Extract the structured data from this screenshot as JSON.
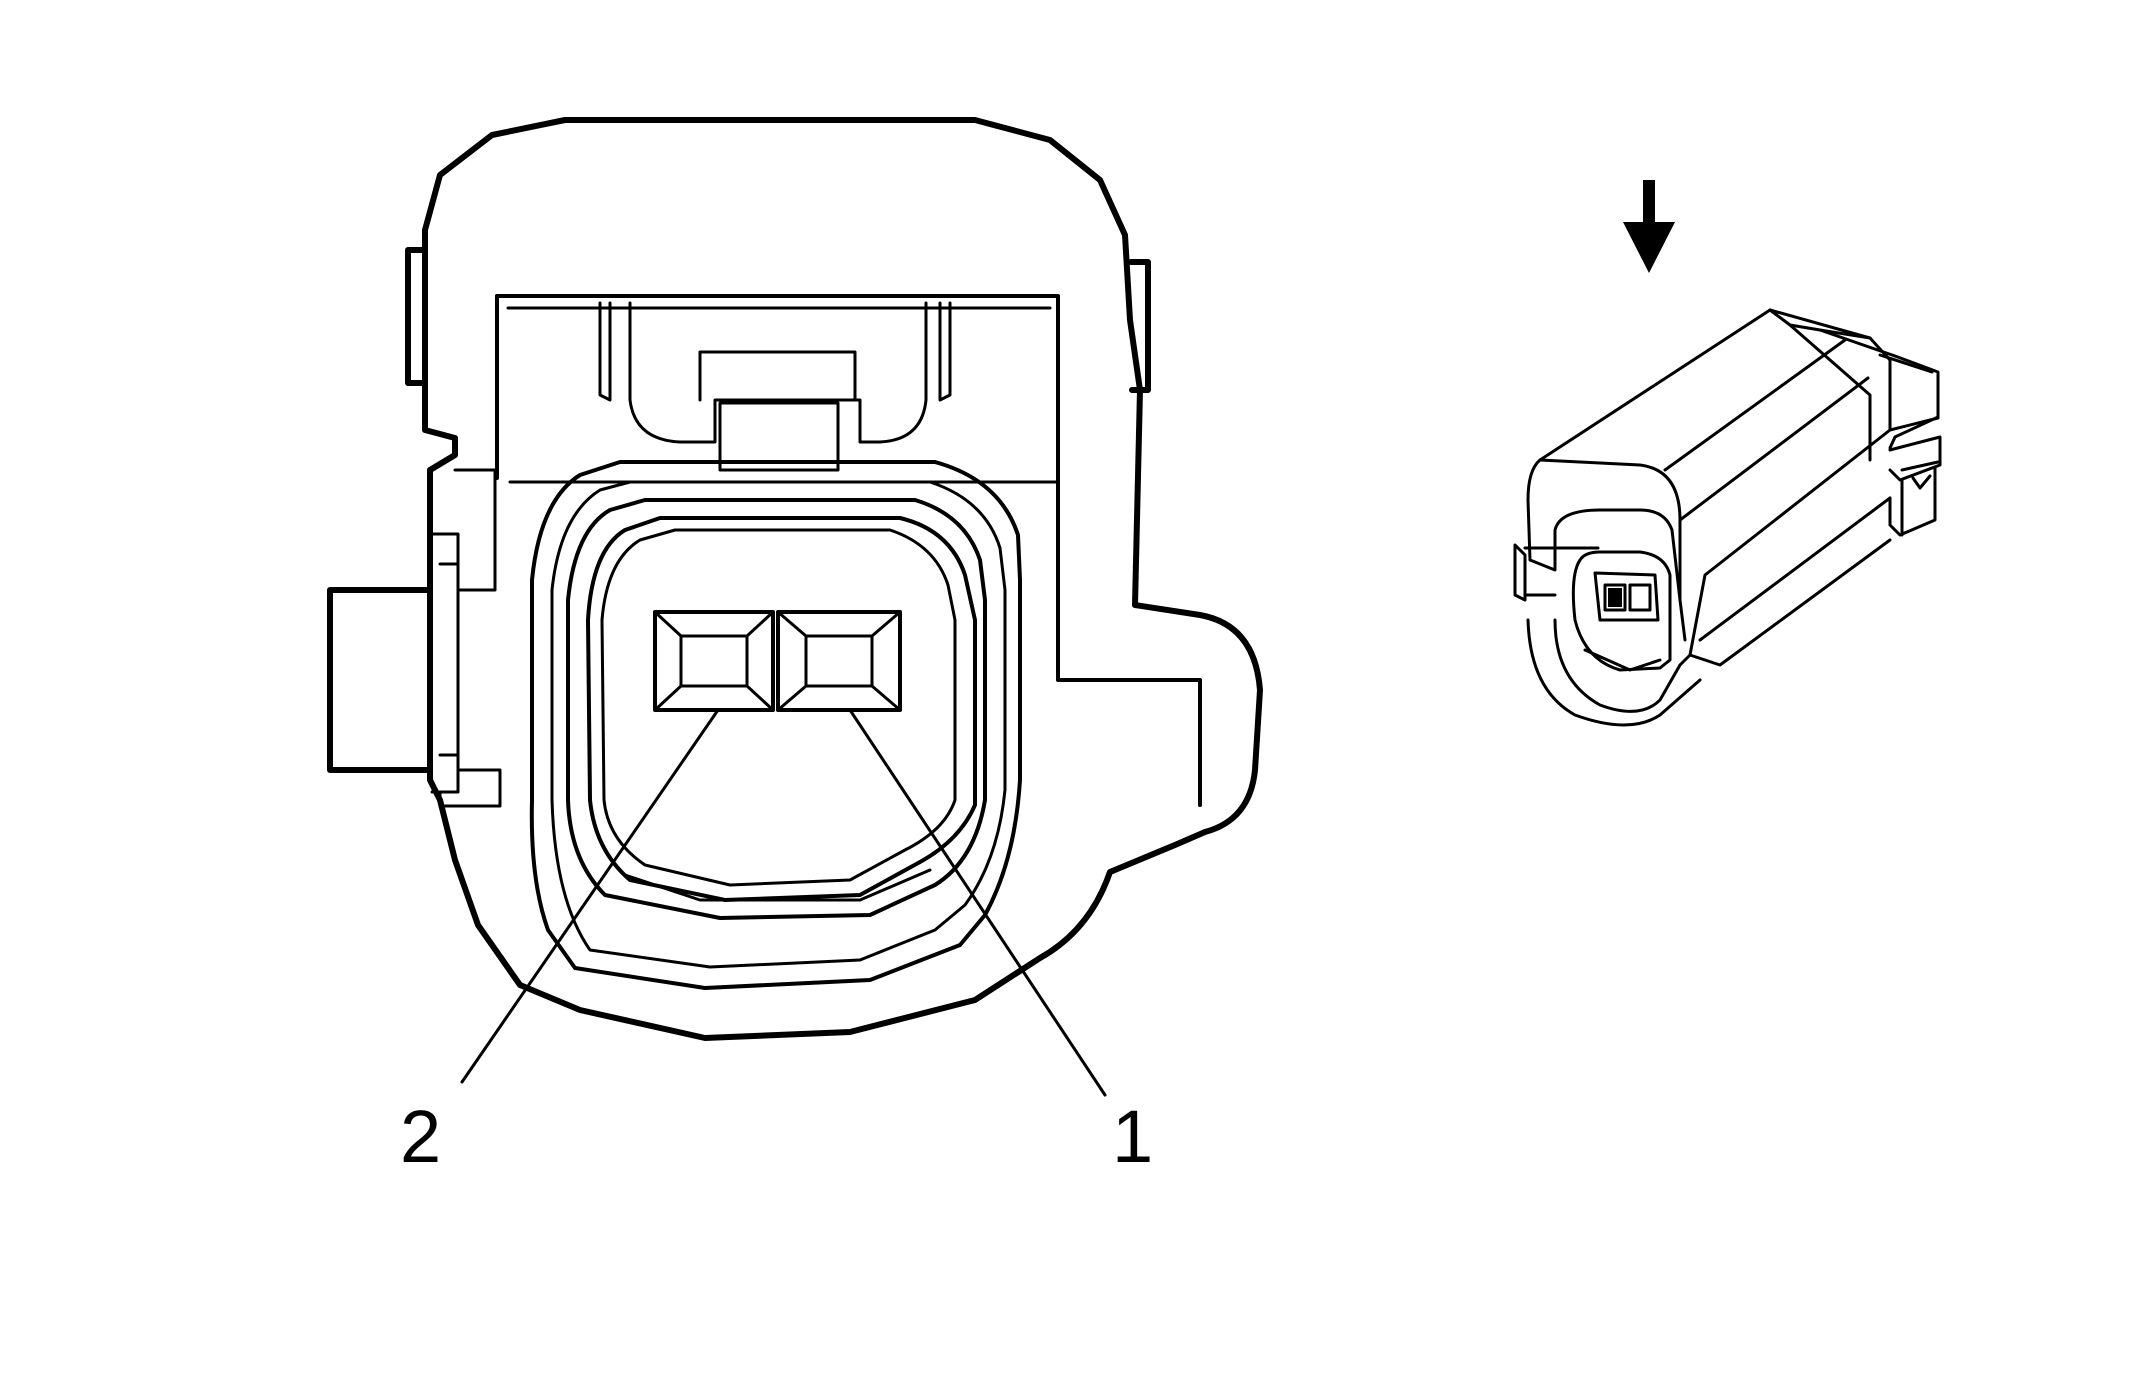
{
  "diagram": {
    "pin_labels": [
      {
        "id": "pin-1",
        "text": "1"
      },
      {
        "id": "pin-2",
        "text": "2"
      }
    ],
    "icons": [
      "down-arrow-icon"
    ],
    "colors": {
      "stroke": "#000000",
      "background": "#ffffff"
    }
  }
}
